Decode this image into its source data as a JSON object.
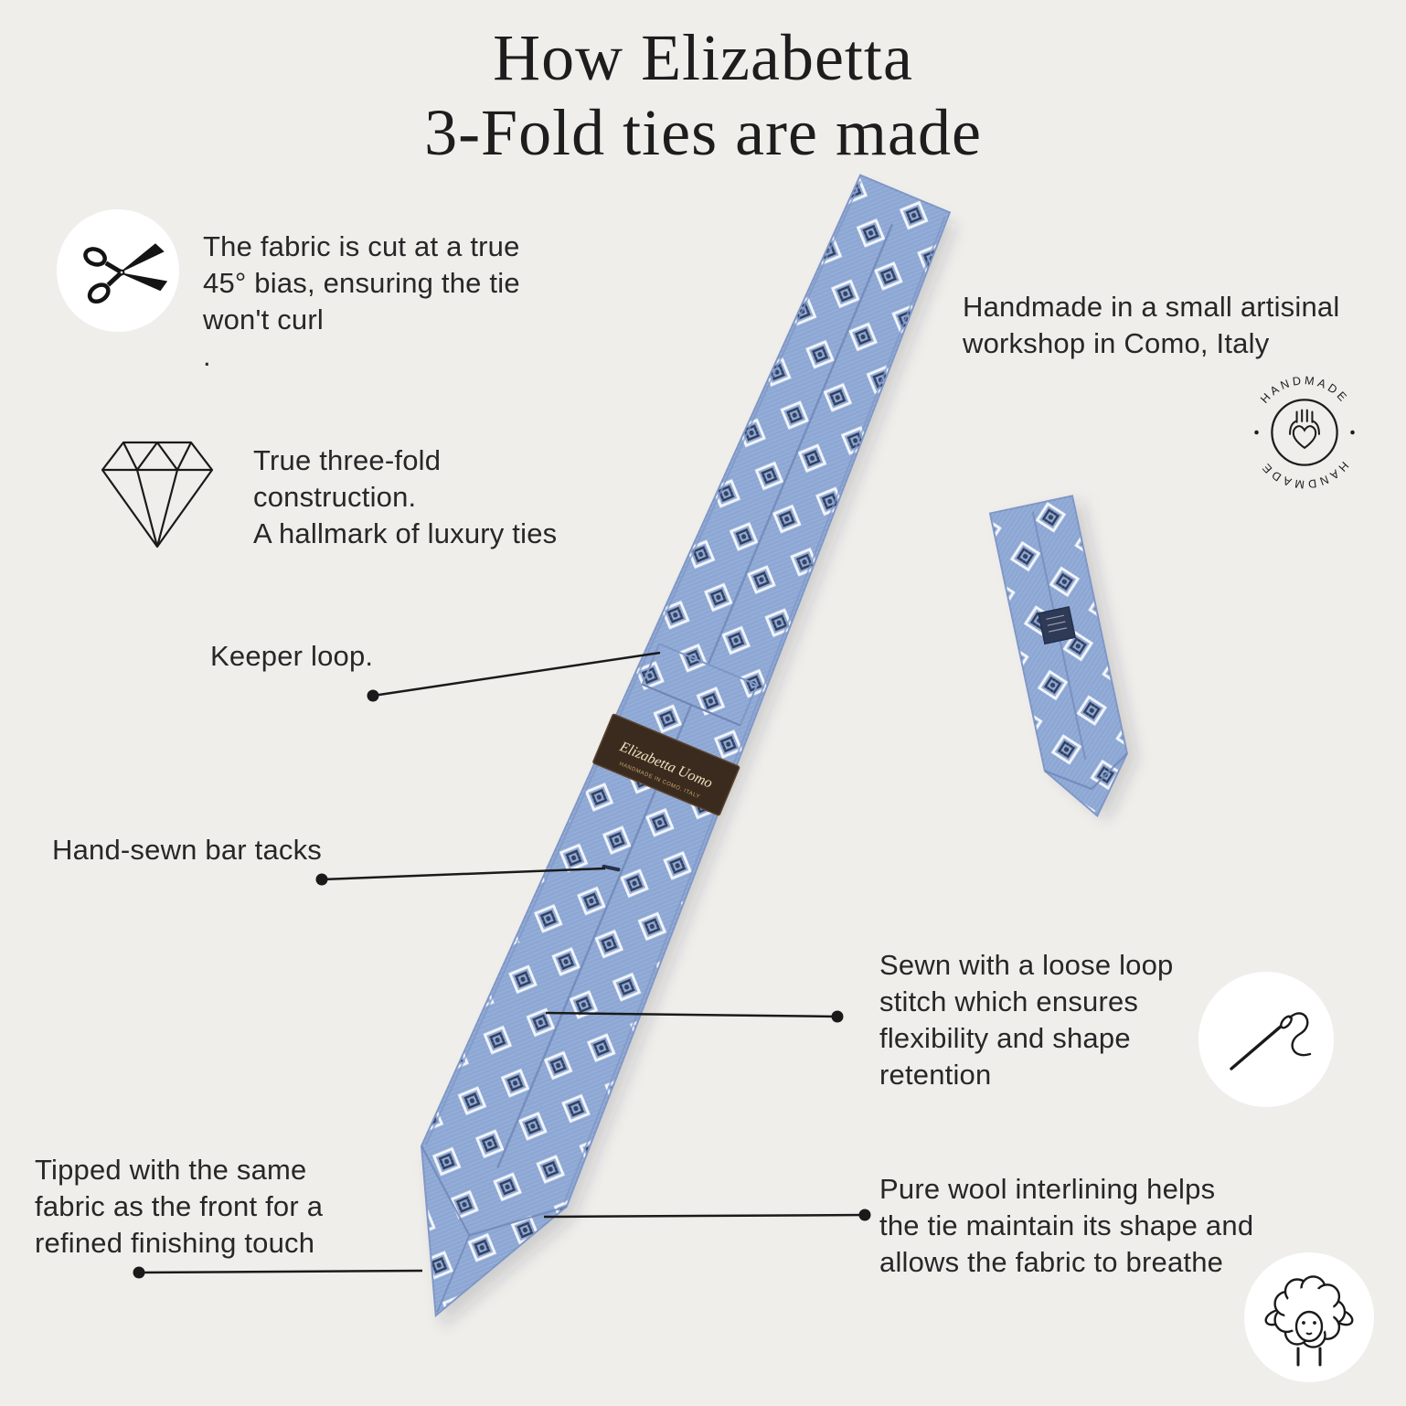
{
  "title": {
    "line1": "How Elizabetta",
    "line2": "3-Fold ties are made"
  },
  "annotations": {
    "fabric_cut": {
      "text": "The fabric is cut at a true\n45° bias, ensuring the tie\nwon't curl\n."
    },
    "three_fold": {
      "text": "True three-fold\nconstruction.\nA hallmark of luxury ties"
    },
    "keeper_loop": {
      "text": "Keeper loop."
    },
    "bar_tacks": {
      "text": "Hand-sewn bar tacks"
    },
    "handmade_workshop": {
      "text": "Handmade in a small artisinal\nworkshop in Como, Italy"
    },
    "loop_stitch": {
      "text": "Sewn with a loose loop\nstitch which ensures\nflexibility and shape\nretention"
    },
    "tipping": {
      "text": "Tipped with the same\nfabric as the front for a\nrefined finishing touch"
    },
    "wool_interlining": {
      "text": "Pure wool interlining helps\nthe tie maintain its shape and\nallows the fabric to breathe"
    }
  },
  "badge": {
    "top_text": "HANDMADE",
    "bottom_text": "HANDMADE"
  },
  "tie_label": {
    "brand": "Elizabetta Uomo",
    "subtext": "HANDMADE IN COMO, ITALY"
  },
  "colors": {
    "background": "#EFEEEB",
    "text": "#272727",
    "tie_base": "#8DA7D4",
    "tie_motif_navy": "#2F3E5E",
    "tie_motif_white": "#F2F5FA",
    "label_brown": "#3B2B1F",
    "label_text": "#EFE3C0"
  }
}
